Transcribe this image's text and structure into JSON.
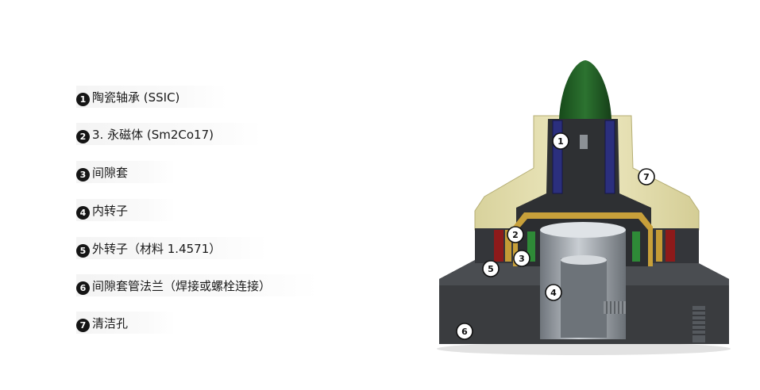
{
  "legend": {
    "items": [
      {
        "num": "1",
        "label": "陶瓷轴承 (SSIC)"
      },
      {
        "num": "2",
        "label": "3. 永磁体 (Sm2Co17)"
      },
      {
        "num": "3",
        "label": "间隙套"
      },
      {
        "num": "4",
        "label": "内转子"
      },
      {
        "num": "5",
        "label": "外转子（材料 1.4571）"
      },
      {
        "num": "6",
        "label": "间隙套管法兰（焊接或螺栓连接）"
      },
      {
        "num": "7",
        "label": "清洁孔"
      }
    ]
  },
  "diagram": {
    "markers": [
      "1",
      "2",
      "3",
      "4",
      "5",
      "6",
      "7"
    ]
  },
  "colors": {
    "housing_cream": "#e8e3b5",
    "body_dark": "#3b3d40",
    "cap_green": "#1f5a22",
    "magnet_blue": "#2b2f7d",
    "magnet_red": "#8e1a1a",
    "magnet_green": "#2e8a37",
    "gold": "#c8a03a",
    "shaft_gray": "#9aa0a6"
  }
}
